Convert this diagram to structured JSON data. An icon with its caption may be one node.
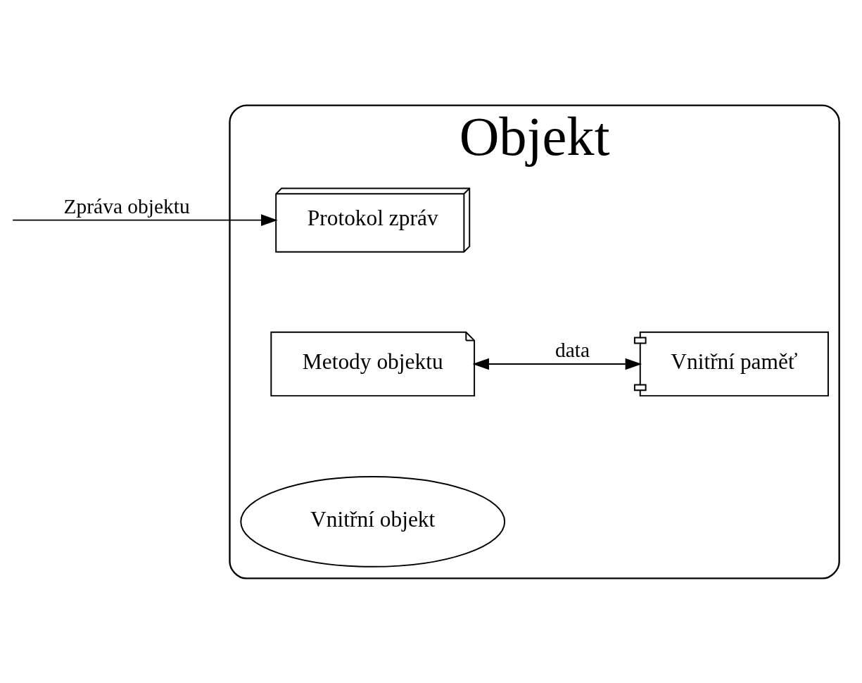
{
  "diagram": {
    "nodes": [
      {
        "text": [
          "Objekt"
        ]
      },
      {
        "text": [
          "Protokol zpráv"
        ],
        "in": 0
      },
      {
        "text": [
          "Metody objektu"
        ],
        "in": 0
      },
      {
        "text": [
          "Vnitřní objekt"
        ],
        "in": 0
      },
      {
        "text": [
          "Vnitřní paměť"
        ],
        "in": 0
      }
    ],
    "edges": [
      {
        "from": null,
        "to": 1,
        "arrow": "to",
        "label": "Zpráva objektu"
      },
      {
        "from": 2,
        "to": 4,
        "arrow": "both",
        "label": "data"
      }
    ]
  }
}
